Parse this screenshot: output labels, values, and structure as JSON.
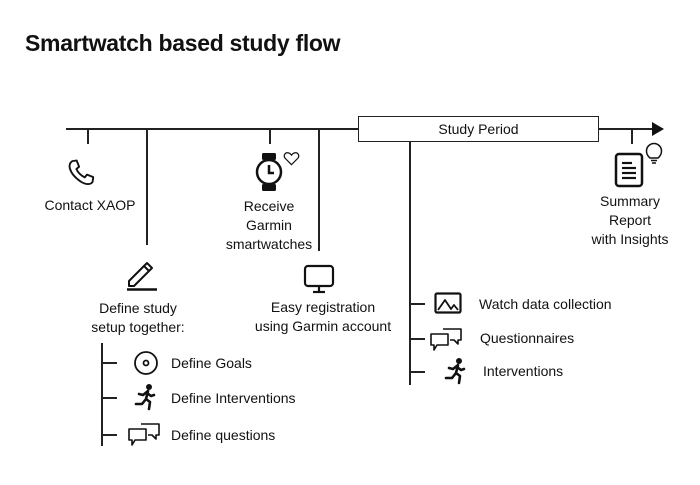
{
  "title": "Smartwatch based study flow",
  "timeline": {
    "period_label": "Study Period",
    "steps": [
      {
        "label": "Contact XAOP",
        "icon": "phone-icon"
      },
      {
        "label_lines": [
          "Define study",
          "setup together:"
        ],
        "icon": "pencil-icon"
      },
      {
        "label_lines": [
          "Receive",
          "Garmin",
          "smartwatches"
        ],
        "icon": "smartwatch-icon",
        "badge_icon": "heart-icon"
      },
      {
        "label_lines": [
          "Easy registration",
          "using Garmin account"
        ],
        "icon": "monitor-icon"
      },
      {
        "label_lines": [
          "Summary",
          "Report",
          "with Insights"
        ],
        "icon": "report-icon",
        "badge_icon": "lightbulb-icon"
      }
    ]
  },
  "setup_items": [
    {
      "label": "Define Goals",
      "icon": "target-icon"
    },
    {
      "label": "Define Interventions",
      "icon": "running-person-icon"
    },
    {
      "label": "Define questions",
      "icon": "chat-bubbles-icon"
    }
  ],
  "study_items": [
    {
      "label": "Watch data collection",
      "icon": "image-icon"
    },
    {
      "label": "Questionnaires",
      "icon": "chat-bubbles-icon"
    },
    {
      "label": "Interventions",
      "icon": "running-person-icon"
    }
  ]
}
